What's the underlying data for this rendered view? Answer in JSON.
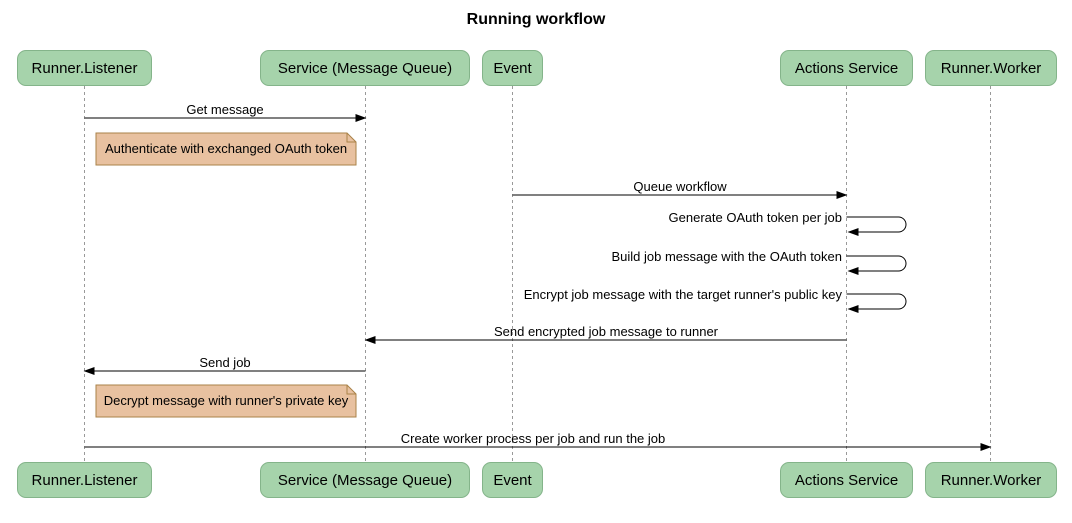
{
  "title": "Running workflow",
  "actors": [
    {
      "label": "Runner.Listener"
    },
    {
      "label": "Service (Message Queue)"
    },
    {
      "label": "Event"
    },
    {
      "label": "Actions Service"
    },
    {
      "label": "Runner.Worker"
    }
  ],
  "messages": [
    {
      "label": "Get message",
      "from": "Runner.Listener",
      "to": "Service (Message Queue)",
      "kind": "solid-arrow"
    },
    {
      "label": "Queue workflow",
      "from": "Event",
      "to": "Actions Service",
      "kind": "solid-arrow"
    },
    {
      "label": "Generate OAuth token per job",
      "from": "Actions Service",
      "to": "Actions Service",
      "kind": "self-loop"
    },
    {
      "label": "Build job message with the OAuth token",
      "from": "Actions Service",
      "to": "Actions Service",
      "kind": "self-loop"
    },
    {
      "label": "Encrypt job message with the target runner's public key",
      "from": "Actions Service",
      "to": "Actions Service",
      "kind": "self-loop"
    },
    {
      "label": "Send encrypted job message to runner",
      "from": "Actions Service",
      "to": "Service (Message Queue)",
      "kind": "solid-arrow"
    },
    {
      "label": "Send job",
      "from": "Service (Message Queue)",
      "to": "Runner.Listener",
      "kind": "solid-arrow"
    },
    {
      "label": "Create worker process per job and run the job",
      "from": "Runner.Listener",
      "to": "Runner.Worker",
      "kind": "solid-arrow"
    }
  ],
  "notes": [
    {
      "label": "Authenticate with exchanged OAuth token",
      "position": "right of Runner.Listener"
    },
    {
      "label": "Decrypt message with runner's private key",
      "position": "right of Runner.Listener"
    }
  ],
  "colors": {
    "actor_fill": "#a6d3ab",
    "actor_border": "#84b48a",
    "note_fill": "#e8c1a0",
    "note_border": "#aa8248",
    "lifeline": "#999999",
    "arrow": "#000000",
    "text": "#000000",
    "background": "#ffffff"
  }
}
